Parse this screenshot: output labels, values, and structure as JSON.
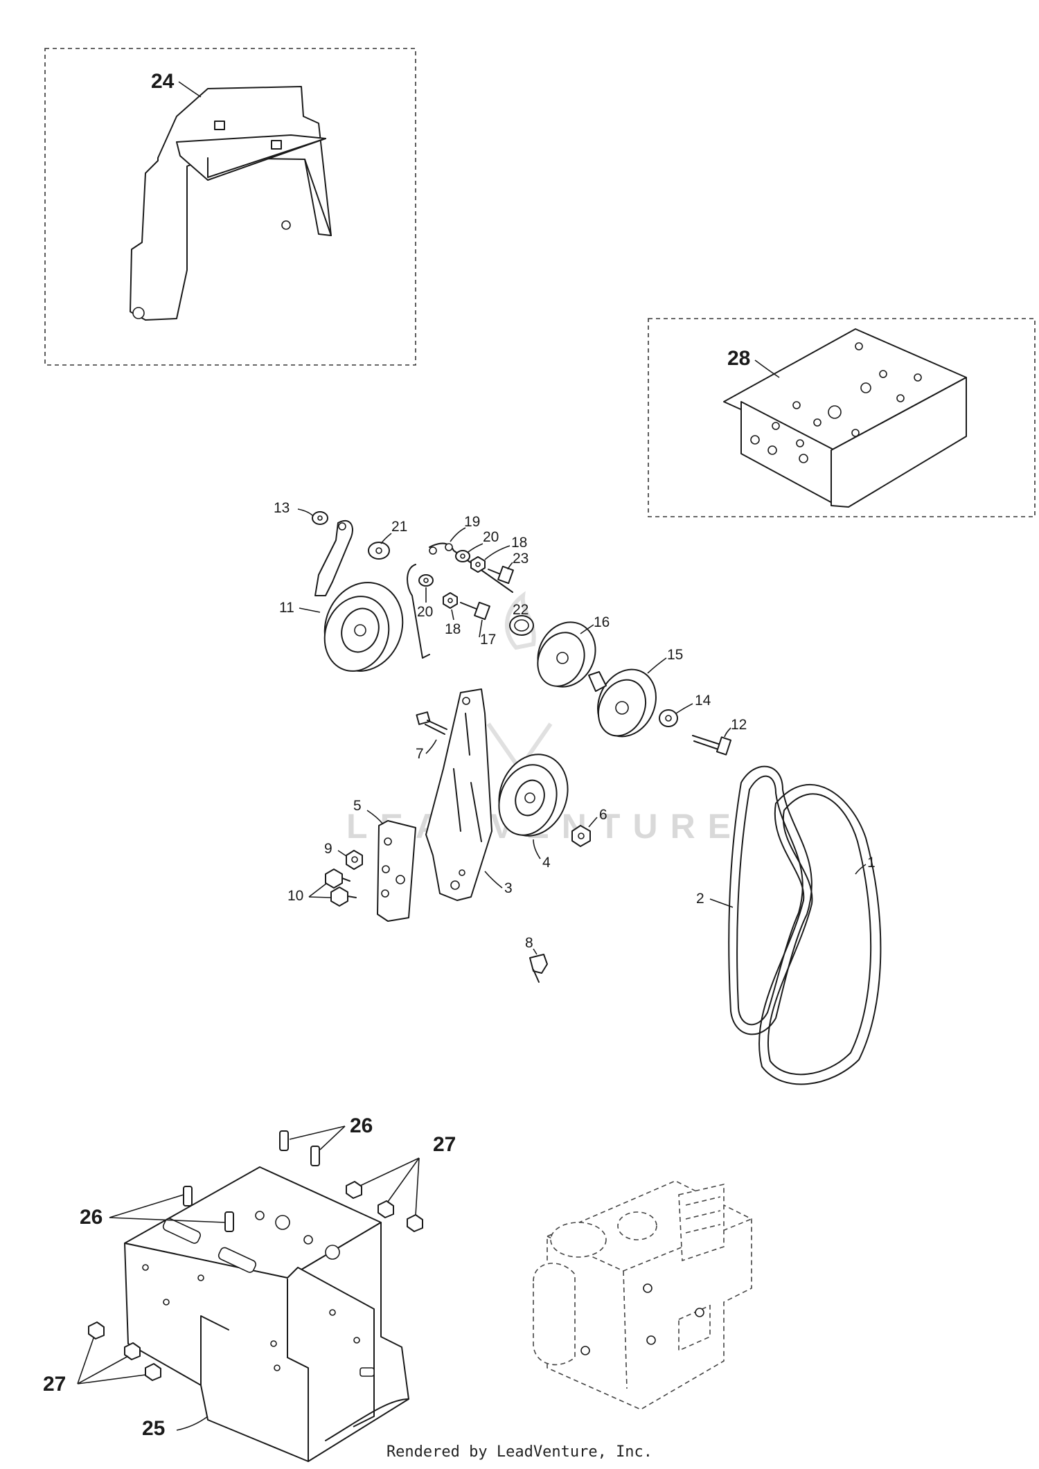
{
  "diagram": {
    "callouts": {
      "p1": "1",
      "p2": "2",
      "p3": "3",
      "p4": "4",
      "p5": "5",
      "p6": "6",
      "p7": "7",
      "p8": "8",
      "p9": "9",
      "p10": "10",
      "p11": "11",
      "p12": "12",
      "p13": "13",
      "p14": "14",
      "p15": "15",
      "p16": "16",
      "p17": "17",
      "p18": "18",
      "p19": "19",
      "p20": "20",
      "p21": "21",
      "p22": "22",
      "p23": "23",
      "p24": "24",
      "p25": "25",
      "p26": "26",
      "p27": "27",
      "p28": "28"
    },
    "watermark": "LEADVENTURE",
    "footer": "Rendered by LeadVenture, Inc."
  },
  "colors": {
    "line": "#1a1a1a",
    "watermark": "#d9d9d9"
  }
}
